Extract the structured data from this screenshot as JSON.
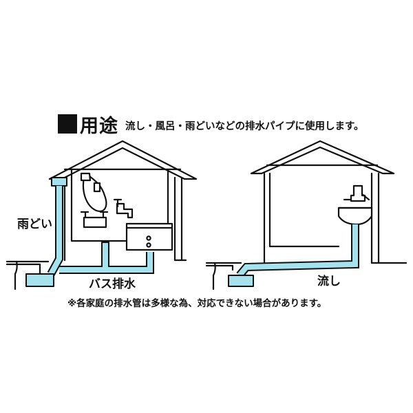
{
  "heading": {
    "title": "用途",
    "description": "流し・風呂・雨どいなどの排水パイプに使用します。"
  },
  "labels": {
    "rain_gutter": "雨どい",
    "bath_drain": "バス排水",
    "sink": "流し"
  },
  "note": "※各家庭の排水管は多様な為、対応できない場合があります。",
  "colors": {
    "pipe": "#a6e1ee",
    "line": "#111111",
    "background": "#ffffff"
  }
}
